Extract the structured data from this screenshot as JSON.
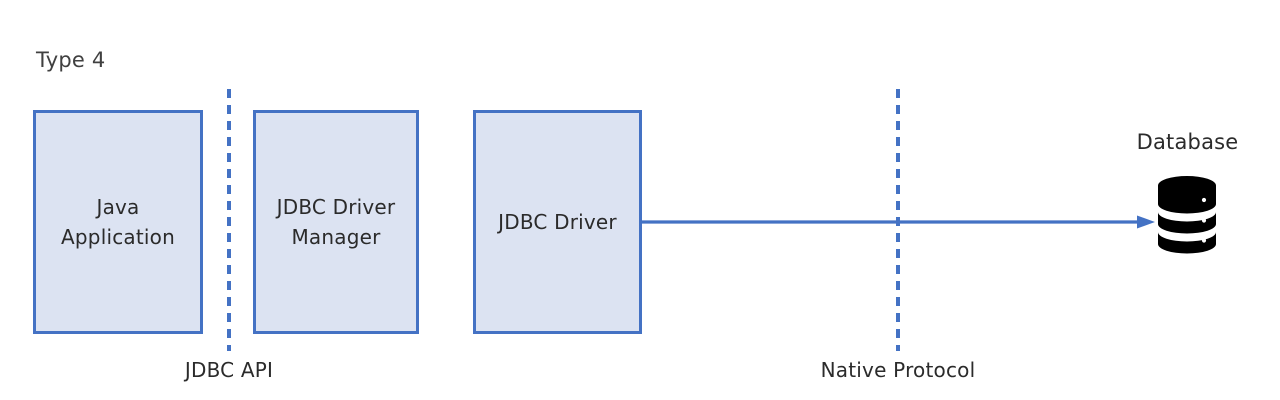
{
  "diagram": {
    "title": "Type 4",
    "type": "block-diagram",
    "colors": {
      "box_fill": "#DCE3F2",
      "box_border": "#4472C4",
      "connector": "#4472C4",
      "boundary_dash": "#4472C4",
      "database_icon": "#000000",
      "text": "#2B2B2B",
      "background": "#FFFFFF"
    },
    "boxes": [
      {
        "id": "java-application",
        "label": "Java\nApplication"
      },
      {
        "id": "jdbc-driver-manager",
        "label": "JDBC Driver\nManager"
      },
      {
        "id": "jdbc-driver",
        "label": "JDBC Driver"
      }
    ],
    "boundaries": [
      {
        "id": "jdbc-api",
        "label": "JDBC API"
      },
      {
        "id": "native-protocol",
        "label": "Native Protocol"
      }
    ],
    "connector": {
      "id": "jdbc-driver-to-database",
      "style": "solid-arrow",
      "direction": "right",
      "label": ""
    },
    "database": {
      "label": "Database",
      "icon": "database-cylinder-icon"
    }
  }
}
